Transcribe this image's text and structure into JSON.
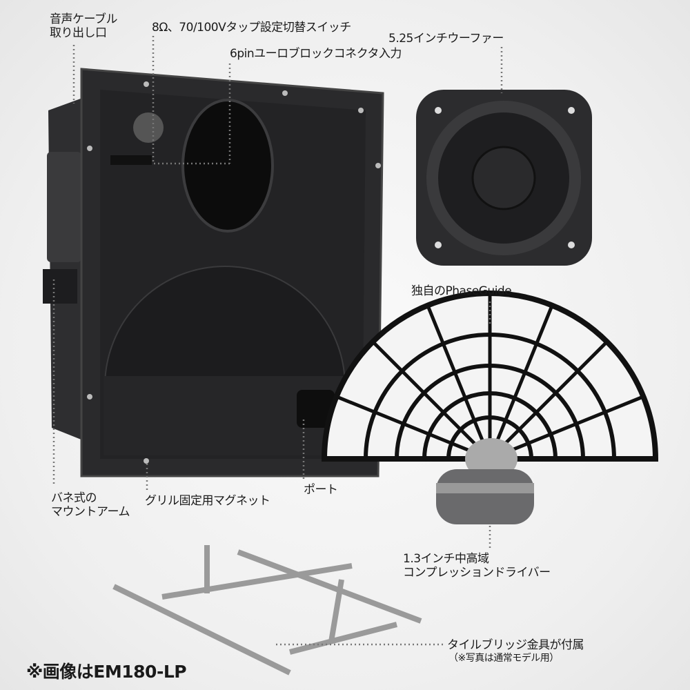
{
  "labels": {
    "cable_outlet": [
      "音声ケーブル",
      "取り出し口"
    ],
    "tap_switch": "8Ω、70/100Vタップ設定切替スイッチ",
    "euroblock": "6pinユーロブロックコネクタ入力",
    "woofer": "5.25インチウーファー",
    "phaseguide": "独自のPhaseGuide",
    "driver": [
      "1.3インチ中高域",
      "コンプレッションドライバー"
    ],
    "mount_arm": [
      "バネ式の",
      "マウントアーム"
    ],
    "grille_magnet": "グリル固定用マグネット",
    "port": "ポート",
    "tile_bridge": "タイルブリッジ金具が付属",
    "tile_bridge_note": "（※写真は通常モデル用）"
  },
  "footnote": "※画像はEM180-LP",
  "colors": {
    "speaker": "#2a2a2c",
    "leader": "#777777",
    "grille": "#111111"
  }
}
